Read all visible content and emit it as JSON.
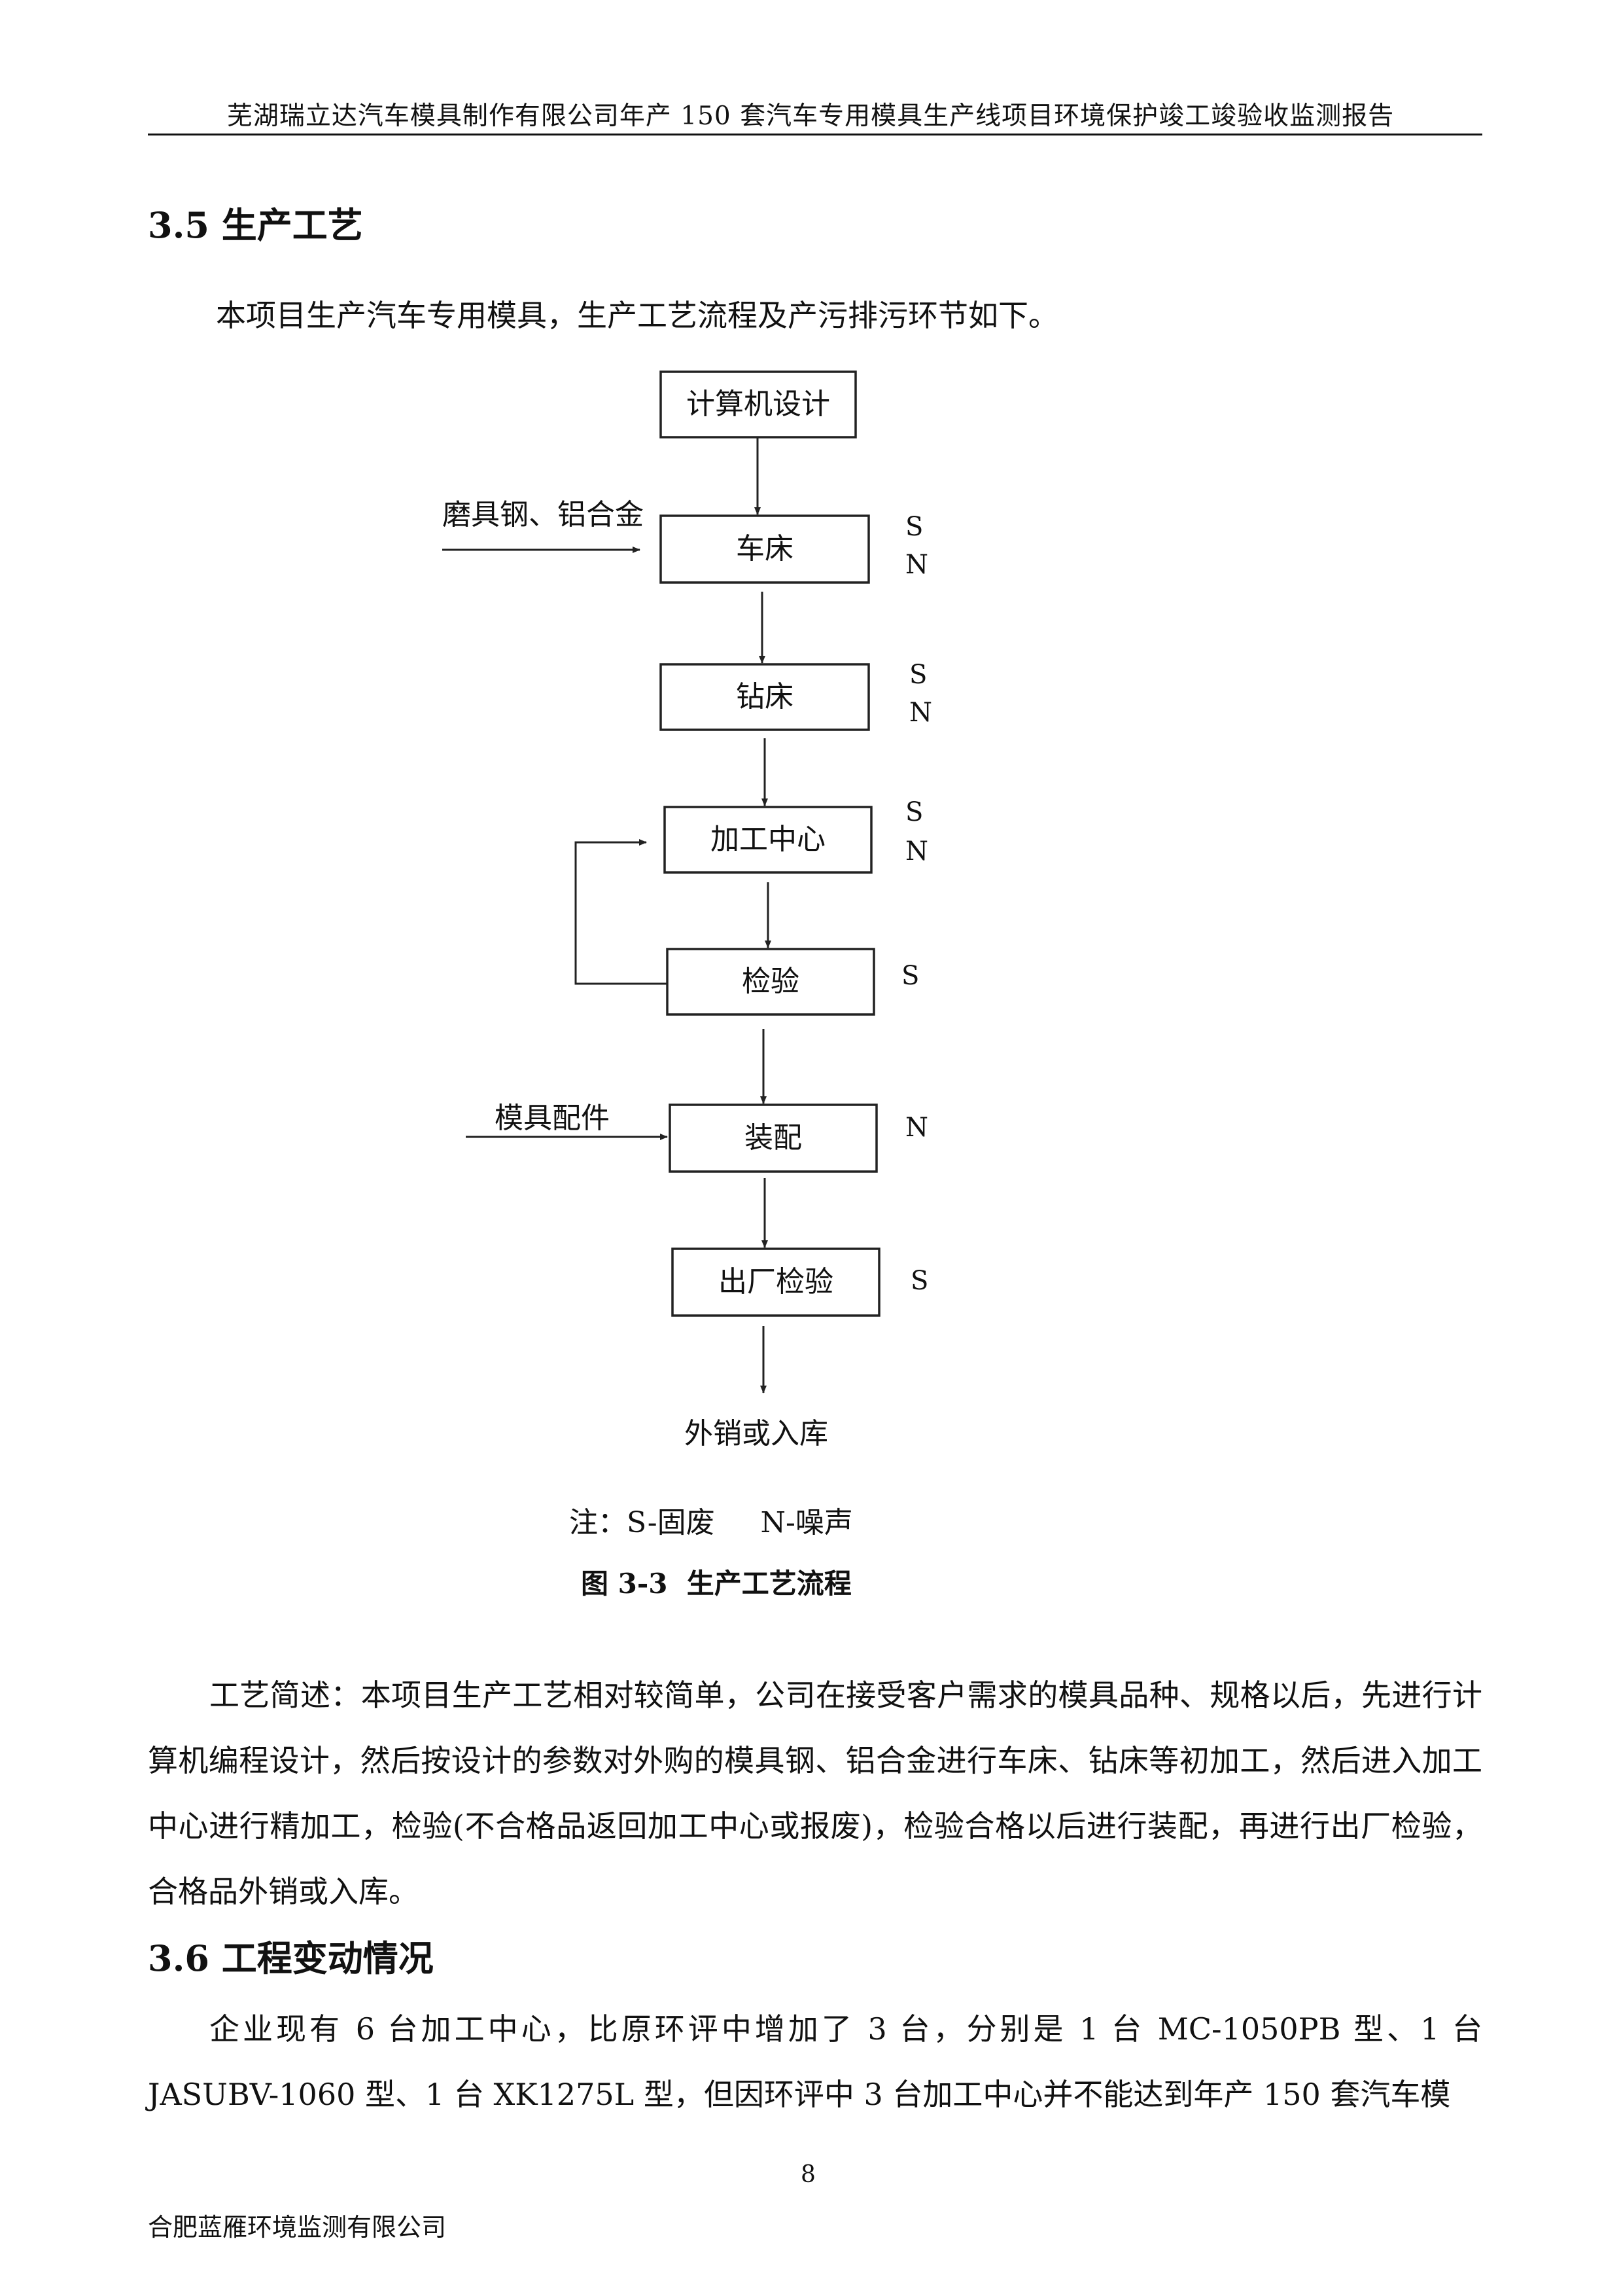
{
  "header": {
    "title": "芜湖瑞立达汽车模具制作有限公司年产 150 套汽车专用模具生产线项目环境保护竣工竣验收监测报告"
  },
  "section_35": {
    "title": "3.5  生产工艺",
    "intro": "本项目生产汽车专用模具，生产工艺流程及产污排污环节如下。"
  },
  "flowchart": {
    "nodes": {
      "design": "计算机设计",
      "lathe": "车床",
      "drill": "钻床",
      "machining": "加工中心",
      "inspect": "检验",
      "assembly": "装配",
      "final_inspect": "出厂检验"
    },
    "inputs": {
      "materials": "磨具钢、铝合金",
      "parts": "模具配件"
    },
    "output": "外销或入库",
    "pollutants": {
      "lathe_s": "S",
      "lathe_n": "N",
      "drill_s": "S",
      "drill_n": "N",
      "machining_s": "S",
      "machining_n": "N",
      "inspect_s": "S",
      "assembly_n": "N",
      "final_s": "S"
    },
    "note": "注：S-固废     N-噪声",
    "caption": "图 3-3  生产工艺流程"
  },
  "process_description": "工艺简述：本项目生产工艺相对较简单，公司在接受客户需求的模具品种、规格以后，先进行计算机编程设计，然后按设计的参数对外购的模具钢、铝合金进行车床、钻床等初加工，然后进入加工中心进行精加工，检验(不合格品返回加工中心或报废)，检验合格以后进行装配，再进行出厂检验，合格品外销或入库。",
  "section_36": {
    "title": "3.6  工程变动情况",
    "paragraph": "企业现有 6 台加工中心，比原环评中增加了 3 台，分别是 1 台 MC-1050PB 型、1 台 JASUBV-1060 型、1 台 XK1275L 型，但因环评中 3 台加工中心并不能达到年产 150 套汽车模"
  },
  "page_number": "8",
  "footer": {
    "company": "合肥蓝雁环境监测有限公司"
  }
}
